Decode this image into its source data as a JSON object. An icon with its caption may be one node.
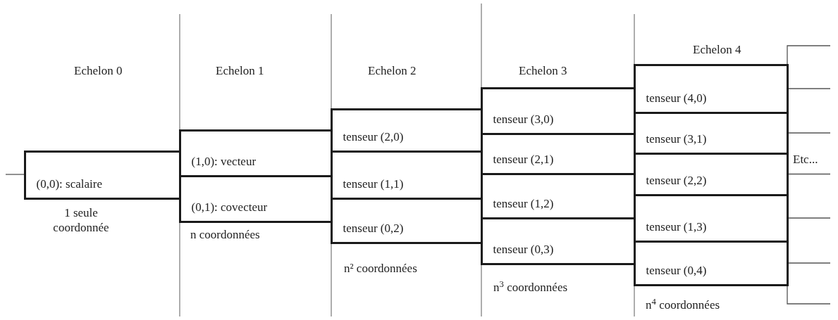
{
  "diagram": {
    "nodes": [
      {
        "text": [
          "(0,0): scalaire"
        ]
      },
      {
        "text": [
          "(1,0): vecteur"
        ]
      },
      {
        "text": [
          "(0,1): covecteur"
        ]
      },
      {
        "text": [
          "tenseur (2,0)"
        ]
      },
      {
        "text": [
          "tenseur (1,1)"
        ]
      },
      {
        "text": [
          "tenseur (0,2)"
        ]
      },
      {
        "text": [
          "tenseur (3,0)"
        ]
      },
      {
        "text": [
          "tenseur (2,1)"
        ]
      },
      {
        "text": [
          "tenseur (1,2)"
        ]
      },
      {
        "text": [
          "tenseur (0,3)"
        ]
      },
      {
        "text": [
          "tenseur (4,0)"
        ]
      },
      {
        "text": [
          "tenseur (3,1)"
        ]
      },
      {
        "text": [
          "tenseur (2,2)"
        ]
      },
      {
        "text": [
          "tenseur (1,3)"
        ]
      },
      {
        "text": [
          "tenseur (0,4)"
        ]
      }
    ],
    "edges": [
      {
        "from": null,
        "to": 0,
        "arrow": "none"
      },
      {
        "from": 10,
        "to": null,
        "arrow": "none"
      },
      {
        "from": 10,
        "to": null,
        "arrow": "none"
      },
      {
        "from": 11,
        "to": null,
        "arrow": "none"
      },
      {
        "from": 12,
        "to": null,
        "arrow": "none"
      },
      {
        "from": 13,
        "to": null,
        "arrow": "none"
      },
      {
        "from": 14,
        "to": null,
        "arrow": "none"
      },
      {
        "from": 14,
        "to": null,
        "arrow": "none"
      }
    ],
    "labels": [
      "Echelon 0",
      "Echelon 1",
      "Echelon 2",
      "Echelon 3",
      "Echelon 4",
      "1 seule coordonnée",
      "n coordonnées",
      "Etc...",
      "n² coordonnées",
      "n$^{3}$ coordonnées",
      "n$^{4}$ coordonnées"
    ]
  }
}
